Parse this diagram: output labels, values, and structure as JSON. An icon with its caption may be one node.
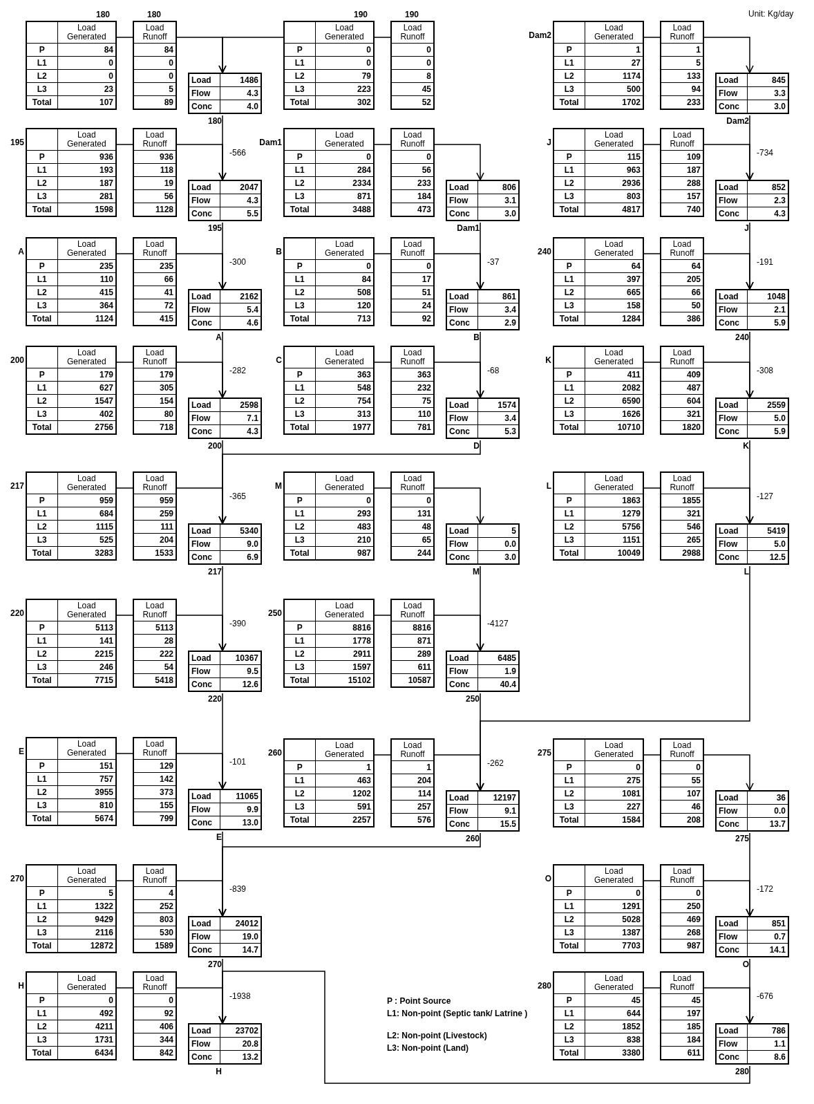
{
  "diagram": {
    "nodes": [
      {
        "text": [
          "Load Generated",
          "P",
          "84",
          "L1",
          "0",
          "L2",
          "0",
          "L3",
          "23",
          "Total",
          "107"
        ],
        "beside": [
          "180"
        ]
      },
      {
        "text": [
          "Load Runoff",
          "84",
          "0",
          "0",
          "5",
          "89"
        ],
        "beside": [
          "180"
        ]
      },
      {
        "text": [
          "Load",
          "1486",
          "Flow",
          "4.3",
          "Conc",
          "4.0"
        ],
        "beside": [
          "180"
        ]
      },
      {
        "text": [
          "Load Generated",
          "P",
          "936",
          "L1",
          "193",
          "L2",
          "187",
          "L3",
          "281",
          "Total",
          "1598"
        ],
        "beside": [
          "195"
        ]
      },
      {
        "text": [
          "Load Runoff",
          "936",
          "118",
          "19",
          "56",
          "1128"
        ]
      },
      {
        "text": [
          "Load",
          "2047",
          "Flow",
          "4.3",
          "Conc",
          "5.5"
        ],
        "beside": [
          "195"
        ]
      },
      {
        "text": [
          "Load Generated",
          "P",
          "235",
          "L1",
          "110",
          "L2",
          "415",
          "L3",
          "364",
          "Total",
          "1124"
        ],
        "beside": [
          "A"
        ]
      },
      {
        "text": [
          "Load Runoff",
          "235",
          "66",
          "41",
          "72",
          "415"
        ]
      },
      {
        "text": [
          "Load",
          "2162",
          "Flow",
          "5.4",
          "Conc",
          "4.6"
        ],
        "beside": [
          "A"
        ]
      },
      {
        "text": [
          "Load Generated",
          "P",
          "179",
          "L1",
          "627",
          "L2",
          "1547",
          "L3",
          "402",
          "Total",
          "2756"
        ],
        "beside": [
          "200"
        ]
      },
      {
        "text": [
          "Load Runoff",
          "179",
          "305",
          "154",
          "80",
          "718"
        ]
      },
      {
        "text": [
          "Load",
          "2598",
          "Flow",
          "7.1",
          "Conc",
          "4.3"
        ],
        "beside": [
          "200"
        ]
      },
      {
        "text": [
          "Load Generated",
          "P",
          "959",
          "L1",
          "684",
          "L2",
          "1115",
          "L3",
          "525",
          "Total",
          "3283"
        ],
        "beside": [
          "217"
        ]
      },
      {
        "text": [
          "Load Runoff",
          "959",
          "259",
          "111",
          "204",
          "1533"
        ]
      },
      {
        "text": [
          "Load",
          "5340",
          "Flow",
          "9.0",
          "Conc",
          "6.9"
        ],
        "beside": [
          "217"
        ]
      },
      {
        "text": [
          "Load Generated",
          "P",
          "5113",
          "L1",
          "141",
          "L2",
          "2215",
          "L3",
          "246",
          "Total",
          "7715"
        ],
        "beside": [
          "220"
        ]
      },
      {
        "text": [
          "Load Runoff",
          "5113",
          "28",
          "222",
          "54",
          "5418"
        ]
      },
      {
        "text": [
          "Load",
          "10367",
          "Flow",
          "9.5",
          "Conc",
          "12.6"
        ],
        "beside": [
          "220"
        ]
      },
      {
        "text": [
          "Load Generated",
          "P",
          "151",
          "L1",
          "757",
          "L2",
          "3955",
          "L3",
          "810",
          "Total",
          "5674"
        ],
        "beside": [
          "E"
        ]
      },
      {
        "text": [
          "Load Runoff",
          "129",
          "142",
          "373",
          "155",
          "799"
        ]
      },
      {
        "text": [
          "Load",
          "11065",
          "Flow",
          "9.9",
          "Conc",
          "13.0"
        ],
        "beside": [
          "E"
        ]
      },
      {
        "text": [
          "Load Generated",
          "P",
          "5",
          "L1",
          "1322",
          "L2",
          "9429",
          "L3",
          "2116",
          "Total",
          "12872"
        ],
        "beside": [
          "270"
        ]
      },
      {
        "text": [
          "Load Runoff",
          "4",
          "252",
          "803",
          "530",
          "1589"
        ]
      },
      {
        "text": [
          "Load",
          "24012",
          "Flow",
          "19.0",
          "Conc",
          "14.7"
        ],
        "beside": [
          "270"
        ]
      },
      {
        "text": [
          "Load Generated",
          "P",
          "0",
          "L1",
          "492",
          "L2",
          "4211",
          "L3",
          "1731",
          "Total",
          "6434"
        ],
        "beside": [
          "H"
        ]
      },
      {
        "text": [
          "Load Runoff",
          "0",
          "92",
          "406",
          "344",
          "842"
        ]
      },
      {
        "text": [
          "Load",
          "23702",
          "Flow",
          "20.8",
          "Conc",
          "13.2"
        ],
        "beside": [
          "H"
        ]
      },
      {
        "text": [
          "Load Generated",
          "P",
          "0",
          "L1",
          "0",
          "L2",
          "79",
          "L3",
          "223",
          "Total",
          "302"
        ],
        "beside": [
          "190"
        ]
      },
      {
        "text": [
          "Load Runoff",
          "0",
          "0",
          "8",
          "45",
          "52"
        ],
        "beside": [
          "190"
        ]
      },
      {
        "text": [
          "Load Generated",
          "P",
          "0",
          "L1",
          "284",
          "L2",
          "2334",
          "L3",
          "871",
          "Total",
          "3488"
        ],
        "beside": [
          "Dam1"
        ]
      },
      {
        "text": [
          "Load Runoff",
          "0",
          "56",
          "233",
          "184",
          "473"
        ]
      },
      {
        "text": [
          "Load",
          "806",
          "Flow",
          "3.1",
          "Conc",
          "3.0"
        ],
        "beside": [
          "Dam1"
        ]
      },
      {
        "text": [
          "Load Generated",
          "P",
          "0",
          "L1",
          "84",
          "L2",
          "508",
          "L3",
          "120",
          "Total",
          "713"
        ],
        "beside": [
          "B"
        ]
      },
      {
        "text": [
          "Load Runoff",
          "0",
          "17",
          "51",
          "24",
          "92"
        ]
      },
      {
        "text": [
          "Load",
          "861",
          "Flow",
          "3.4",
          "Conc",
          "2.9"
        ],
        "beside": [
          "B"
        ]
      },
      {
        "text": [
          "Load Generated",
          "P",
          "363",
          "L1",
          "548",
          "L2",
          "754",
          "L3",
          "313",
          "Total",
          "1977"
        ],
        "beside": [
          "C"
        ]
      },
      {
        "text": [
          "Load Runoff",
          "363",
          "232",
          "75",
          "110",
          "781"
        ]
      },
      {
        "text": [
          "Load",
          "1574",
          "Flow",
          "3.4",
          "Conc",
          "5.3"
        ],
        "beside": [
          "D"
        ]
      },
      {
        "text": [
          "Load Generated",
          "P",
          "0",
          "L1",
          "293",
          "L2",
          "483",
          "L3",
          "210",
          "Total",
          "987"
        ],
        "beside": [
          "M"
        ]
      },
      {
        "text": [
          "Load Runoff",
          "0",
          "131",
          "48",
          "65",
          "244"
        ]
      },
      {
        "text": [
          "Load",
          "5",
          "Flow",
          "0.0",
          "Conc",
          "3.0"
        ],
        "beside": [
          "M"
        ]
      },
      {
        "text": [
          "Load Generated",
          "P",
          "8816",
          "L1",
          "1778",
          "L2",
          "2911",
          "L3",
          "1597",
          "Total",
          "15102"
        ],
        "beside": [
          "250"
        ]
      },
      {
        "text": [
          "Load Runoff",
          "8816",
          "871",
          "289",
          "611",
          "10587"
        ]
      },
      {
        "text": [
          "Load",
          "6485",
          "Flow",
          "1.9",
          "Conc",
          "40.4"
        ],
        "beside": [
          "250"
        ]
      },
      {
        "text": [
          "Load Generated",
          "P",
          "1",
          "L1",
          "463",
          "L2",
          "1202",
          "L3",
          "591",
          "Total",
          "2257"
        ],
        "beside": [
          "260"
        ]
      },
      {
        "text": [
          "Load Runoff",
          "1",
          "204",
          "114",
          "257",
          "576"
        ]
      },
      {
        "text": [
          "Load",
          "12197",
          "Flow",
          "9.1",
          "Conc",
          "15.5"
        ],
        "beside": [
          "260"
        ]
      },
      {
        "text": [
          "Load Generated",
          "P",
          "1",
          "L1",
          "27",
          "L2",
          "1174",
          "L3",
          "500",
          "Total",
          "1702"
        ],
        "beside": [
          "Dam2"
        ]
      },
      {
        "text": [
          "Load Runoff",
          "1",
          "5",
          "133",
          "94",
          "233"
        ]
      },
      {
        "text": [
          "Load",
          "845",
          "Flow",
          "3.3",
          "Conc",
          "3.0"
        ],
        "beside": [
          "Dam2"
        ]
      },
      {
        "text": [
          "Load Generated",
          "P",
          "115",
          "L1",
          "963",
          "L2",
          "2936",
          "L3",
          "803",
          "Total",
          "4817"
        ],
        "beside": [
          "J"
        ]
      },
      {
        "text": [
          "Load Runoff",
          "109",
          "187",
          "288",
          "157",
          "740"
        ]
      },
      {
        "text": [
          "Load",
          "852",
          "Flow",
          "2.3",
          "Conc",
          "4.3"
        ],
        "beside": [
          "J"
        ]
      },
      {
        "text": [
          "Load Generated",
          "P",
          "64",
          "L1",
          "397",
          "L2",
          "665",
          "L3",
          "158",
          "Total",
          "1284"
        ],
        "beside": [
          "240"
        ]
      },
      {
        "text": [
          "Load Runoff",
          "64",
          "205",
          "66",
          "50",
          "386"
        ]
      },
      {
        "text": [
          "Load",
          "1048",
          "Flow",
          "2.1",
          "Conc",
          "5.9"
        ],
        "beside": [
          "240"
        ]
      },
      {
        "text": [
          "Load Generated",
          "P",
          "411",
          "L1",
          "2082",
          "L2",
          "6590",
          "L3",
          "1626",
          "Total",
          "10710"
        ],
        "beside": [
          "K"
        ]
      },
      {
        "text": [
          "Load Runoff",
          "409",
          "487",
          "604",
          "321",
          "1820"
        ]
      },
      {
        "text": [
          "Load",
          "2559",
          "Flow",
          "5.0",
          "Conc",
          "5.9"
        ],
        "beside": [
          "K"
        ]
      },
      {
        "text": [
          "Load Generated",
          "P",
          "1863",
          "L1",
          "1279",
          "L2",
          "5756",
          "L3",
          "1151",
          "Total",
          "10049"
        ],
        "beside": [
          "L"
        ]
      },
      {
        "text": [
          "Load Runoff",
          "1855",
          "321",
          "546",
          "265",
          "2988"
        ]
      },
      {
        "text": [
          "Load",
          "5419",
          "Flow",
          "5.0",
          "Conc",
          "12.5"
        ],
        "beside": [
          "L"
        ]
      },
      {
        "text": [
          "Load Generated",
          "P",
          "0",
          "L1",
          "275",
          "L2",
          "1081",
          "L3",
          "227",
          "Total",
          "1584"
        ],
        "beside": [
          "275"
        ]
      },
      {
        "text": [
          "Load Runoff",
          "0",
          "55",
          "107",
          "46",
          "208"
        ]
      },
      {
        "text": [
          "Load",
          "36",
          "Flow",
          "0.0",
          "Conc",
          "13.7"
        ],
        "beside": [
          "275"
        ]
      },
      {
        "text": [
          "Load Generated",
          "P",
          "0",
          "L1",
          "1291",
          "L2",
          "5028",
          "L3",
          "1387",
          "Total",
          "7703"
        ],
        "beside": [
          "O"
        ]
      },
      {
        "text": [
          "Load Runoff",
          "0",
          "250",
          "469",
          "268",
          "987"
        ]
      },
      {
        "text": [
          "Load",
          "851",
          "Flow",
          "0.7",
          "Conc",
          "14.1"
        ],
        "beside": [
          "O"
        ]
      },
      {
        "text": [
          "Load Generated",
          "P",
          "45",
          "L1",
          "644",
          "L2",
          "1852",
          "L3",
          "838",
          "Total",
          "3380"
        ],
        "beside": [
          "280"
        ]
      },
      {
        "text": [
          "Load Runoff",
          "45",
          "197",
          "185",
          "184",
          "611"
        ]
      },
      {
        "text": [
          "Load",
          "786",
          "Flow",
          "1.1",
          "Conc",
          "8.6"
        ],
        "beside": [
          "280"
        ]
      }
    ],
    "edges": [
      {
        "from": 0,
        "to": 1,
        "arrow": "none"
      },
      {
        "from": 1,
        "to": 2,
        "arrow": "to"
      },
      {
        "from": 3,
        "to": 4,
        "arrow": "none"
      },
      {
        "from": 4,
        "to": 5,
        "arrow": "to",
        "label": "-566"
      },
      {
        "from": 2,
        "to": 5,
        "arrow": "to"
      },
      {
        "from": 6,
        "to": 7,
        "arrow": "none"
      },
      {
        "from": 7,
        "to": 8,
        "arrow": "to",
        "label": "-300"
      },
      {
        "from": 5,
        "to": 8,
        "arrow": "to"
      },
      {
        "from": 9,
        "to": 10,
        "arrow": "none"
      },
      {
        "from": 10,
        "to": 11,
        "arrow": "to",
        "label": "-282"
      },
      {
        "from": 8,
        "to": 11,
        "arrow": "to"
      },
      {
        "from": 12,
        "to": 13,
        "arrow": "none"
      },
      {
        "from": 13,
        "to": 14,
        "arrow": "to",
        "label": "-365"
      },
      {
        "from": 11,
        "to": 14,
        "arrow": "to"
      },
      {
        "from": 37,
        "to": 14,
        "arrow": "to"
      },
      {
        "from": 15,
        "to": 16,
        "arrow": "none"
      },
      {
        "from": 16,
        "to": 17,
        "arrow": "to",
        "label": "-390"
      },
      {
        "from": 14,
        "to": 17,
        "arrow": "to"
      },
      {
        "from": 18,
        "to": 19,
        "arrow": "none"
      },
      {
        "from": 19,
        "to": 20,
        "arrow": "to",
        "label": "-101"
      },
      {
        "from": 17,
        "to": 20,
        "arrow": "to"
      },
      {
        "from": 21,
        "to": 22,
        "arrow": "none"
      },
      {
        "from": 22,
        "to": 23,
        "arrow": "to",
        "label": "-839"
      },
      {
        "from": 20,
        "to": 23,
        "arrow": "to"
      },
      {
        "from": 46,
        "to": 23,
        "arrow": "to"
      },
      {
        "from": 24,
        "to": 25,
        "arrow": "none"
      },
      {
        "from": 25,
        "to": 26,
        "arrow": "to",
        "label": "-1938"
      },
      {
        "from": 23,
        "to": 26,
        "arrow": "to"
      },
      {
        "from": 70,
        "to": 26,
        "arrow": "to"
      },
      {
        "from": 27,
        "to": 28,
        "arrow": "none"
      },
      {
        "from": 27,
        "to": 2,
        "arrow": "to"
      },
      {
        "from": 29,
        "to": 30,
        "arrow": "none"
      },
      {
        "from": 30,
        "to": 31,
        "arrow": "to"
      },
      {
        "from": 32,
        "to": 33,
        "arrow": "none"
      },
      {
        "from": 33,
        "to": 34,
        "arrow": "to",
        "label": "-37"
      },
      {
        "from": 31,
        "to": 34,
        "arrow": "to"
      },
      {
        "from": 35,
        "to": 36,
        "arrow": "none"
      },
      {
        "from": 36,
        "to": 37,
        "arrow": "to",
        "label": "-68"
      },
      {
        "from": 34,
        "to": 37,
        "arrow": "to"
      },
      {
        "from": 38,
        "to": 39,
        "arrow": "none"
      },
      {
        "from": 39,
        "to": 40,
        "arrow": "to"
      },
      {
        "from": 41,
        "to": 42,
        "arrow": "none"
      },
      {
        "from": 42,
        "to": 43,
        "arrow": "to",
        "label": "-4127"
      },
      {
        "from": 40,
        "to": 43,
        "arrow": "to"
      },
      {
        "from": 44,
        "to": 45,
        "arrow": "none"
      },
      {
        "from": 45,
        "to": 46,
        "arrow": "to",
        "label": "-262"
      },
      {
        "from": 43,
        "to": 46,
        "arrow": "to"
      },
      {
        "from": 61,
        "to": 46,
        "arrow": "to"
      },
      {
        "from": 47,
        "to": 48,
        "arrow": "none"
      },
      {
        "from": 48,
        "to": 49,
        "arrow": "to"
      },
      {
        "from": 50,
        "to": 51,
        "arrow": "none"
      },
      {
        "from": 51,
        "to": 52,
        "arrow": "to",
        "label": "-734"
      },
      {
        "from": 49,
        "to": 52,
        "arrow": "to"
      },
      {
        "from": 53,
        "to": 54,
        "arrow": "none"
      },
      {
        "from": 54,
        "to": 55,
        "arrow": "to",
        "label": "-191"
      },
      {
        "from": 52,
        "to": 55,
        "arrow": "to"
      },
      {
        "from": 56,
        "to": 57,
        "arrow": "none"
      },
      {
        "from": 57,
        "to": 58,
        "arrow": "to",
        "label": "-308"
      },
      {
        "from": 55,
        "to": 58,
        "arrow": "to"
      },
      {
        "from": 59,
        "to": 60,
        "arrow": "none"
      },
      {
        "from": 60,
        "to": 61,
        "arrow": "to",
        "label": "-127"
      },
      {
        "from": 58,
        "to": 61,
        "arrow": "to"
      },
      {
        "from": 62,
        "to": 63,
        "arrow": "none"
      },
      {
        "from": 63,
        "to": 64,
        "arrow": "to"
      },
      {
        "from": 65,
        "to": 66,
        "arrow": "none"
      },
      {
        "from": 66,
        "to": 67,
        "arrow": "to",
        "label": "-172"
      },
      {
        "from": 64,
        "to": 67,
        "arrow": "to"
      },
      {
        "from": 68,
        "to": 69,
        "arrow": "none"
      },
      {
        "from": 69,
        "to": 70,
        "arrow": "to",
        "label": "-676"
      },
      {
        "from": 67,
        "to": 70,
        "arrow": "to"
      }
    ],
    "labels": [
      "Unit: Kg/day",
      "P : Point Source",
      "L1: Non-point (Septic tank/ Latrine )",
      "L2: Non-point (Livestock)",
      "L3: Non-point (Land)"
    ]
  }
}
